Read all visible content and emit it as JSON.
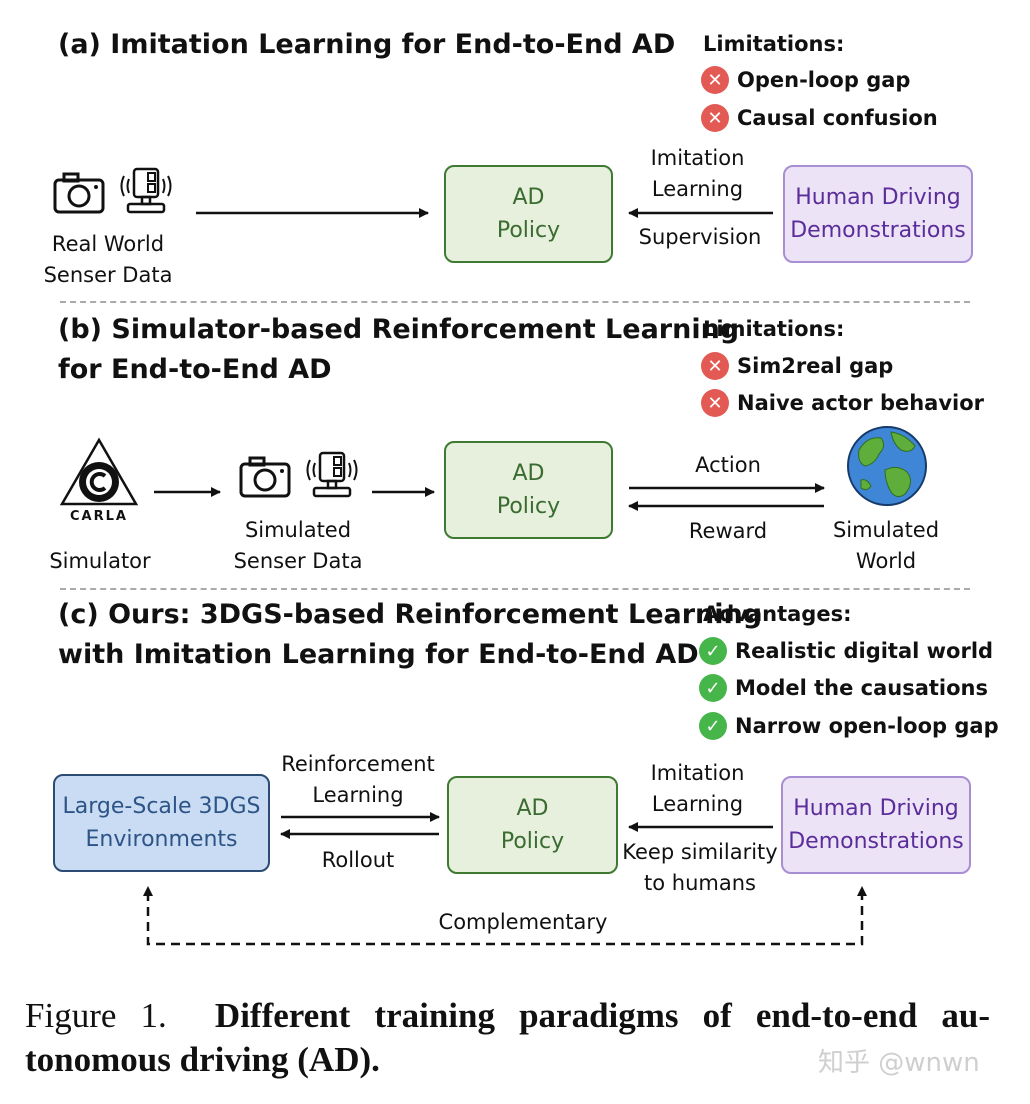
{
  "panel_a": {
    "title": "(a) Imitation Learning for End-to-End AD",
    "limitations_label": "Limitations:",
    "limitations": [
      "Open-loop gap",
      "Causal confusion"
    ],
    "sensor_label": "Real World\nSenser Data",
    "policy": "AD\nPolicy",
    "arrow_top": "Imitation\nLearning",
    "arrow_bottom": "Supervision",
    "demo": "Human Driving\nDemonstrations"
  },
  "panel_b": {
    "title": "(b) Simulator-based Reinforcement Learning\nfor End-to-End AD",
    "limitations_label": "Limitations:",
    "limitations": [
      "Sim2real gap",
      "Naive actor behavior"
    ],
    "simulator_logo_text": "CARLA",
    "simulator_label": "Simulator",
    "sensor_label": "Simulated\nSenser Data",
    "policy": "AD\nPolicy",
    "action": "Action",
    "reward": "Reward",
    "world_label": "Simulated\nWorld"
  },
  "panel_c": {
    "title": "(c) Ours: 3DGS-based Reinforcement Learning\nwith Imitation Learning for End-to-End AD",
    "advantages_label": "Advantages:",
    "advantages": [
      "Realistic digital world",
      "Model the causations",
      "Narrow open-loop gap"
    ],
    "env": "Large-Scale 3DGS\nEnvironments",
    "rl_label": "Reinforcement\nLearning",
    "rollout": "Rollout",
    "policy": "AD\nPolicy",
    "il_label": "Imitation\nLearning",
    "keep_label": "Keep similarity\nto humans",
    "demo": "Human Driving\nDemonstrations",
    "complementary": "Complementary"
  },
  "caption": {
    "prefix": "Figure 1.",
    "line1": "Different training paradigms of end-to-end au-",
    "line2": "tonomous driving (AD)."
  },
  "watermark": "知乎 @wnwn",
  "colors": {
    "x_badge": "#e25a53",
    "check_badge": "#46b54a",
    "ad_fill": "#e6f0dc",
    "ad_border": "#3f7a33",
    "human_fill": "#ece3f6",
    "human_border": "#a88ed2",
    "gs_fill": "#c9dcf3",
    "gs_border": "#2c4c74"
  }
}
